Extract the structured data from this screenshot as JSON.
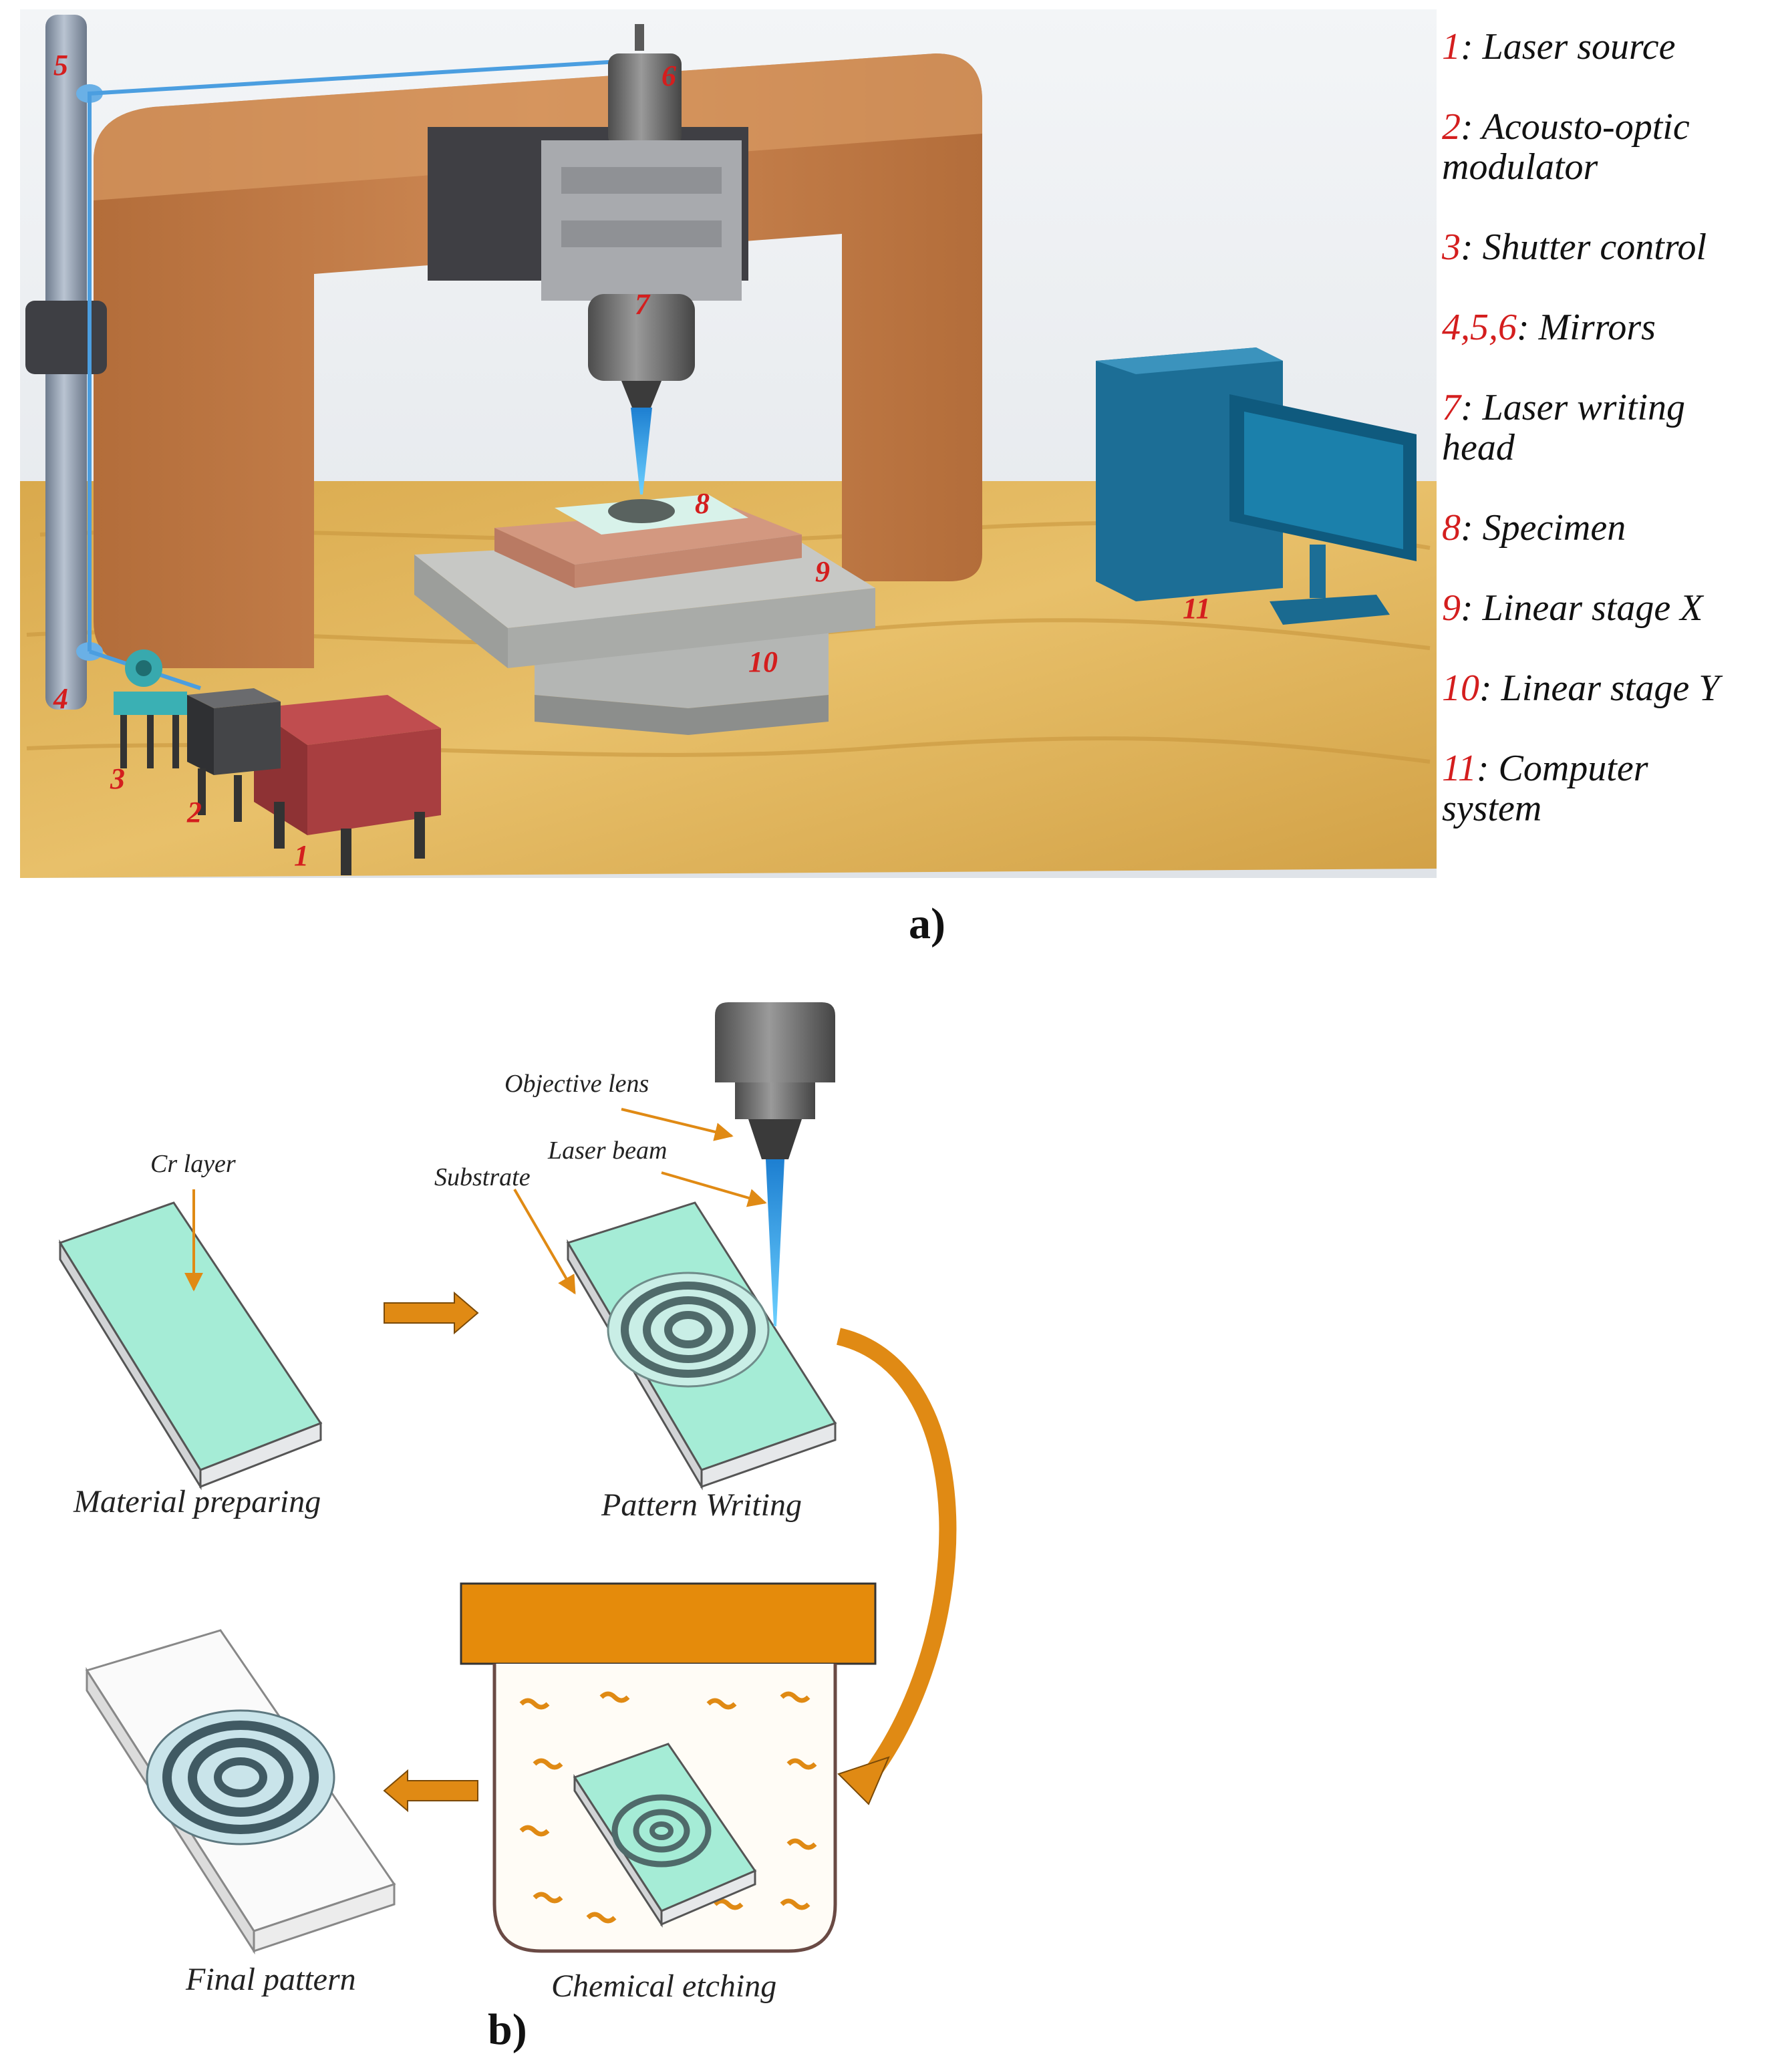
{
  "panel_a": {
    "label": "a)",
    "part_numbers": [
      "1",
      "2",
      "3",
      "4",
      "5",
      "6",
      "7",
      "8",
      "9",
      "10",
      "11"
    ],
    "legend": [
      {
        "num": "1",
        "text": ": Laser source"
      },
      {
        "num": "2",
        "text": ": Acousto-optic",
        "text2": "modulator"
      },
      {
        "num": "3",
        "text": ": Shutter control"
      },
      {
        "num": "4,5,6",
        "text": ": Mirrors"
      },
      {
        "num": "7",
        "text": ": Laser writing",
        "text2": "head"
      },
      {
        "num": "8",
        "text": ": Specimen"
      },
      {
        "num": "9",
        "text": ": Linear stage X"
      },
      {
        "num": "10",
        "text": ": Linear stage Y"
      },
      {
        "num": "11",
        "text": ": Computer",
        "text2": "system"
      }
    ]
  },
  "panel_b": {
    "label": "b)",
    "callouts": {
      "cr_layer": "Cr layer",
      "objective_lens": "Objective lens",
      "laser_beam": "Laser beam",
      "substrate": "Substrate"
    },
    "steps": {
      "material_preparing": "Material preparing",
      "pattern_writing": "Pattern Writing",
      "chemical_etching": "Chemical etching",
      "final_pattern": "Final pattern"
    }
  },
  "colors": {
    "label_red": "#d41e1e",
    "frame_wood": "#c8804a",
    "table_wood": "#e3b85e",
    "cr_layer": "#a5ecd6",
    "arrow_orange": "#e08a14",
    "computer_blue": "#1c6e96",
    "beam_blue": "#2aa6e6"
  }
}
